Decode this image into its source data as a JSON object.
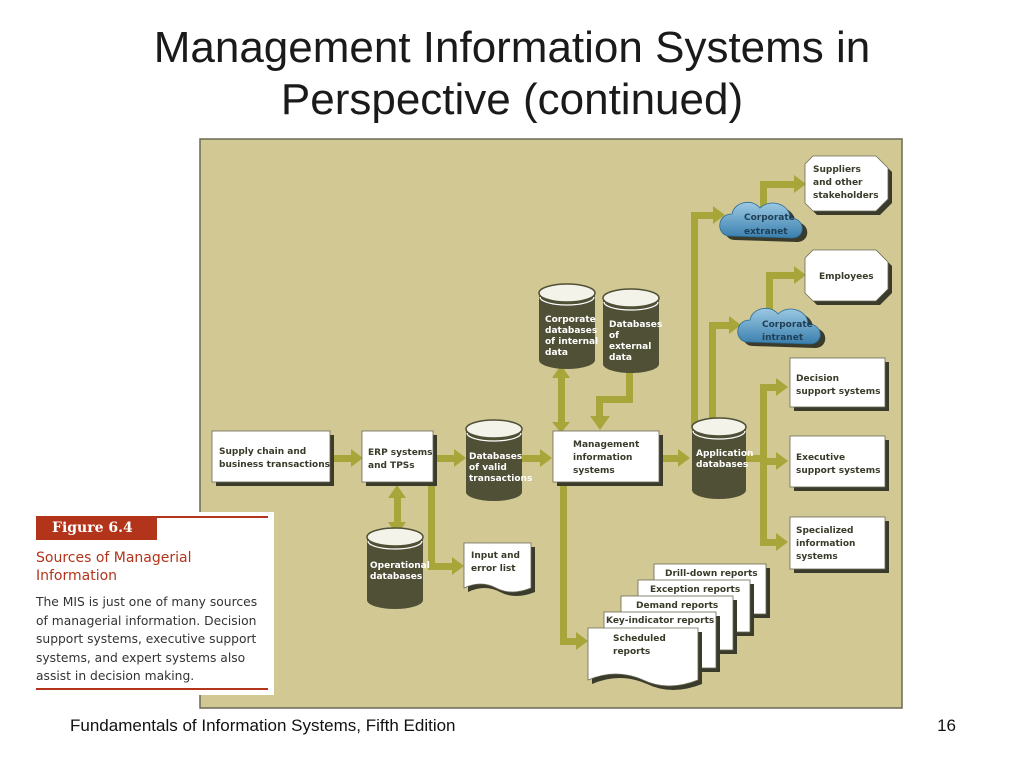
{
  "slide": {
    "title_line1": "Management Information Systems in",
    "title_line2": "Perspective (continued)",
    "footer_left": "Fundamentals of Information Systems, Fifth Edition",
    "page_number": "16"
  },
  "figure": {
    "label": "Figure 6.4",
    "heading_line1": "Sources of Managerial",
    "heading_line2": "Information",
    "body_lines": [
      "The MIS is just one of many sources",
      "of managerial information. Decision",
      "support systems, executive support",
      "systems, and expert systems also",
      "assist in decision making."
    ]
  },
  "diagram": {
    "colors": {
      "background": "#d1c894",
      "border": "#6b6a55",
      "arrow": "#a8a63b",
      "cylinder": "#505037",
      "shadow": "#3b3b2c",
      "cloud": "#4f94bd",
      "caption_accent": "#b2341b"
    },
    "boxes": {
      "supply_chain": [
        "Supply chain and",
        "business transactions"
      ],
      "erp": [
        "ERP systems",
        "and TPSs"
      ],
      "mis": [
        "Management",
        "information",
        "systems"
      ],
      "suppliers": [
        "Suppliers",
        "and other",
        "stakeholders"
      ],
      "employees": [
        "Employees"
      ],
      "dss": [
        "Decision",
        "support systems"
      ],
      "ess": [
        "Executive",
        "support systems"
      ],
      "specialized": [
        "Specialized",
        "information",
        "systems"
      ],
      "input_error": [
        "Input and",
        "error list"
      ]
    },
    "databases": {
      "corporate_internal": [
        "Corporate",
        "databases",
        "of internal",
        "data"
      ],
      "external": [
        "Databases",
        "of",
        "external",
        "data"
      ],
      "valid_transactions": [
        "Databases",
        "of valid",
        "transactions"
      ],
      "application": [
        "Application",
        "databases"
      ],
      "operational": [
        "Operational",
        "databases"
      ]
    },
    "clouds": {
      "extranet": [
        "Corporate",
        "extranet"
      ],
      "intranet": [
        "Corporate",
        "intranet"
      ]
    },
    "reports": {
      "drill_down": "Drill-down reports",
      "exception": "Exception reports",
      "demand": "Demand reports",
      "key_indicator": "Key-indicator reports",
      "scheduled": [
        "Scheduled",
        "reports"
      ]
    }
  }
}
